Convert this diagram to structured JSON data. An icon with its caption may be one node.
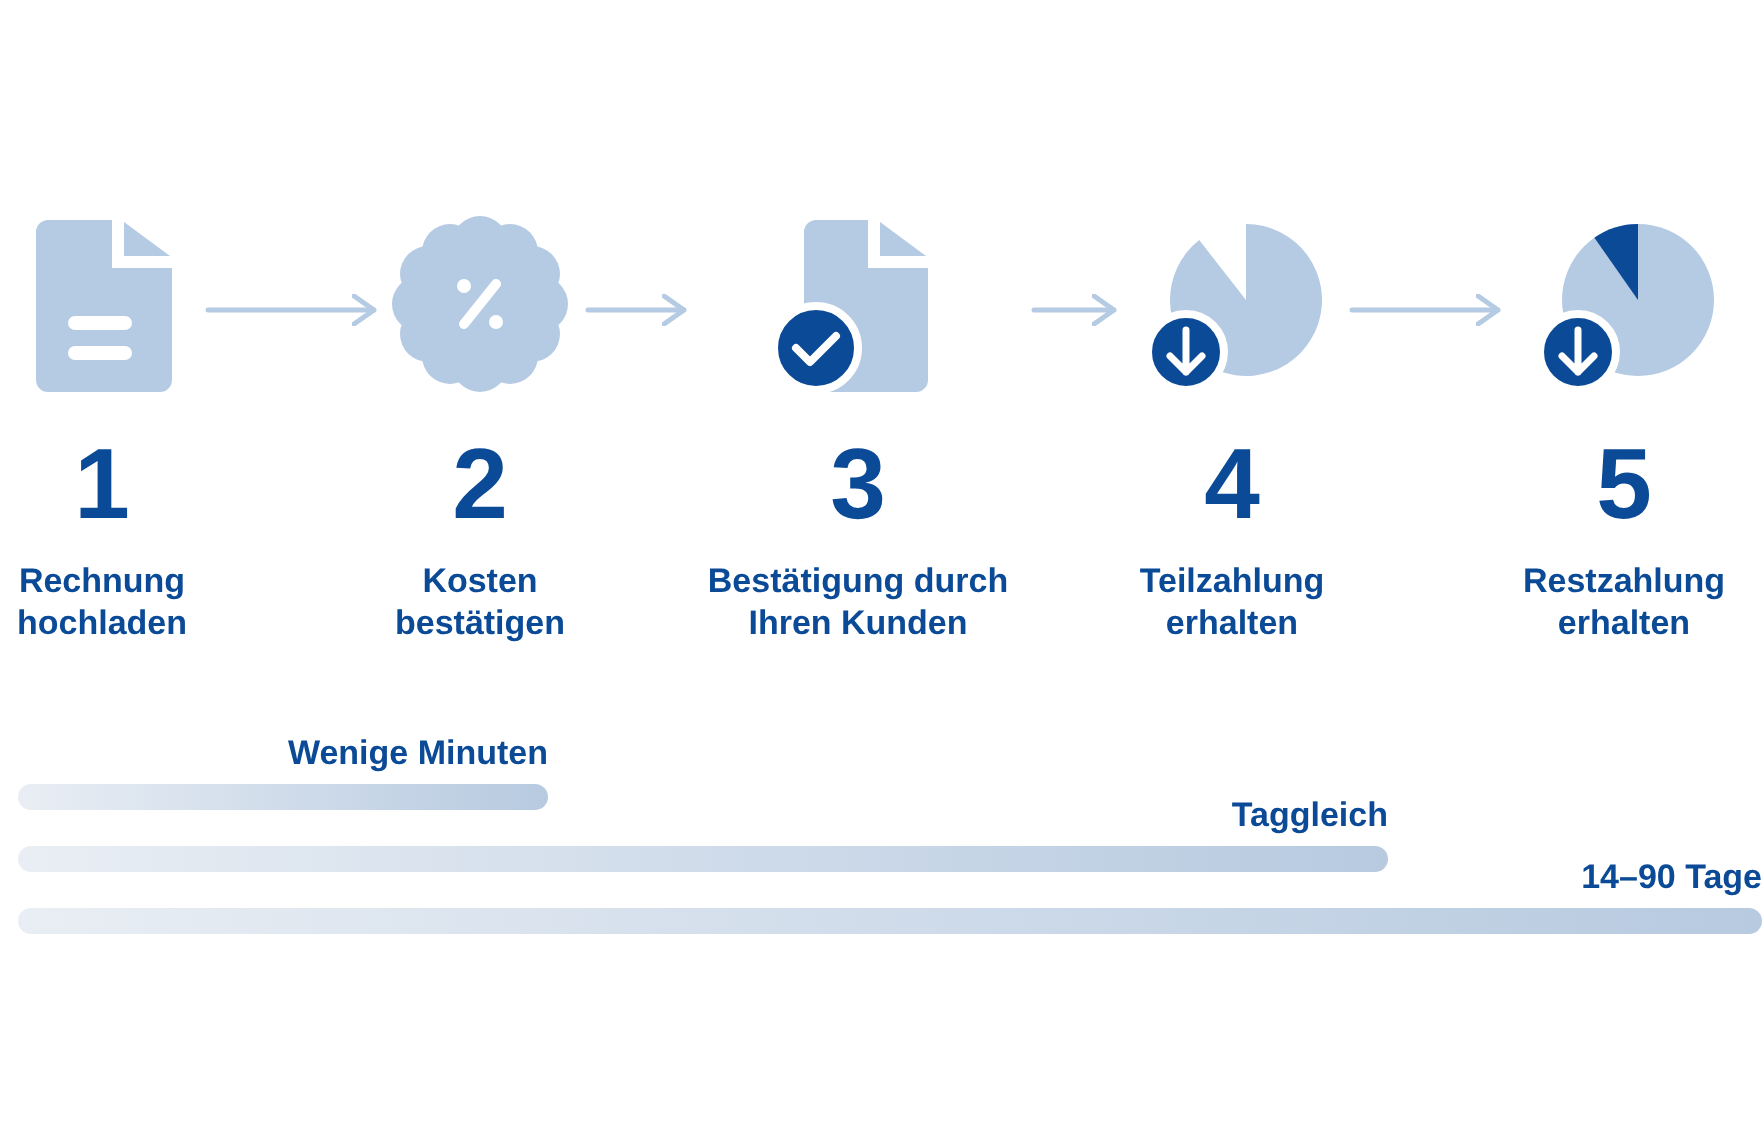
{
  "diagram": {
    "nodes": [
      {
        "text": [
          "1",
          "Rechnung hochladen"
        ]
      },
      {
        "text": [
          "2",
          "Kosten bestätigen"
        ]
      },
      {
        "text": [
          "3",
          "Bestätigung durch Ihren Kunden"
        ]
      },
      {
        "text": [
          "4",
          "Teilzahlung erhalten"
        ]
      },
      {
        "text": [
          "5",
          "Restzahlung erhalten"
        ]
      },
      {
        "text": [
          "Wenige Minuten"
        ]
      },
      {
        "text": [
          "Taggleich"
        ]
      },
      {
        "text": [
          "14–90 Tage"
        ]
      }
    ],
    "edges": [
      {
        "from": 0,
        "to": 1,
        "arrow": "to"
      },
      {
        "from": 1,
        "to": 2,
        "arrow": "to"
      },
      {
        "from": 2,
        "to": 3,
        "arrow": "to"
      },
      {
        "from": 3,
        "to": 4,
        "arrow": "to"
      }
    ]
  }
}
